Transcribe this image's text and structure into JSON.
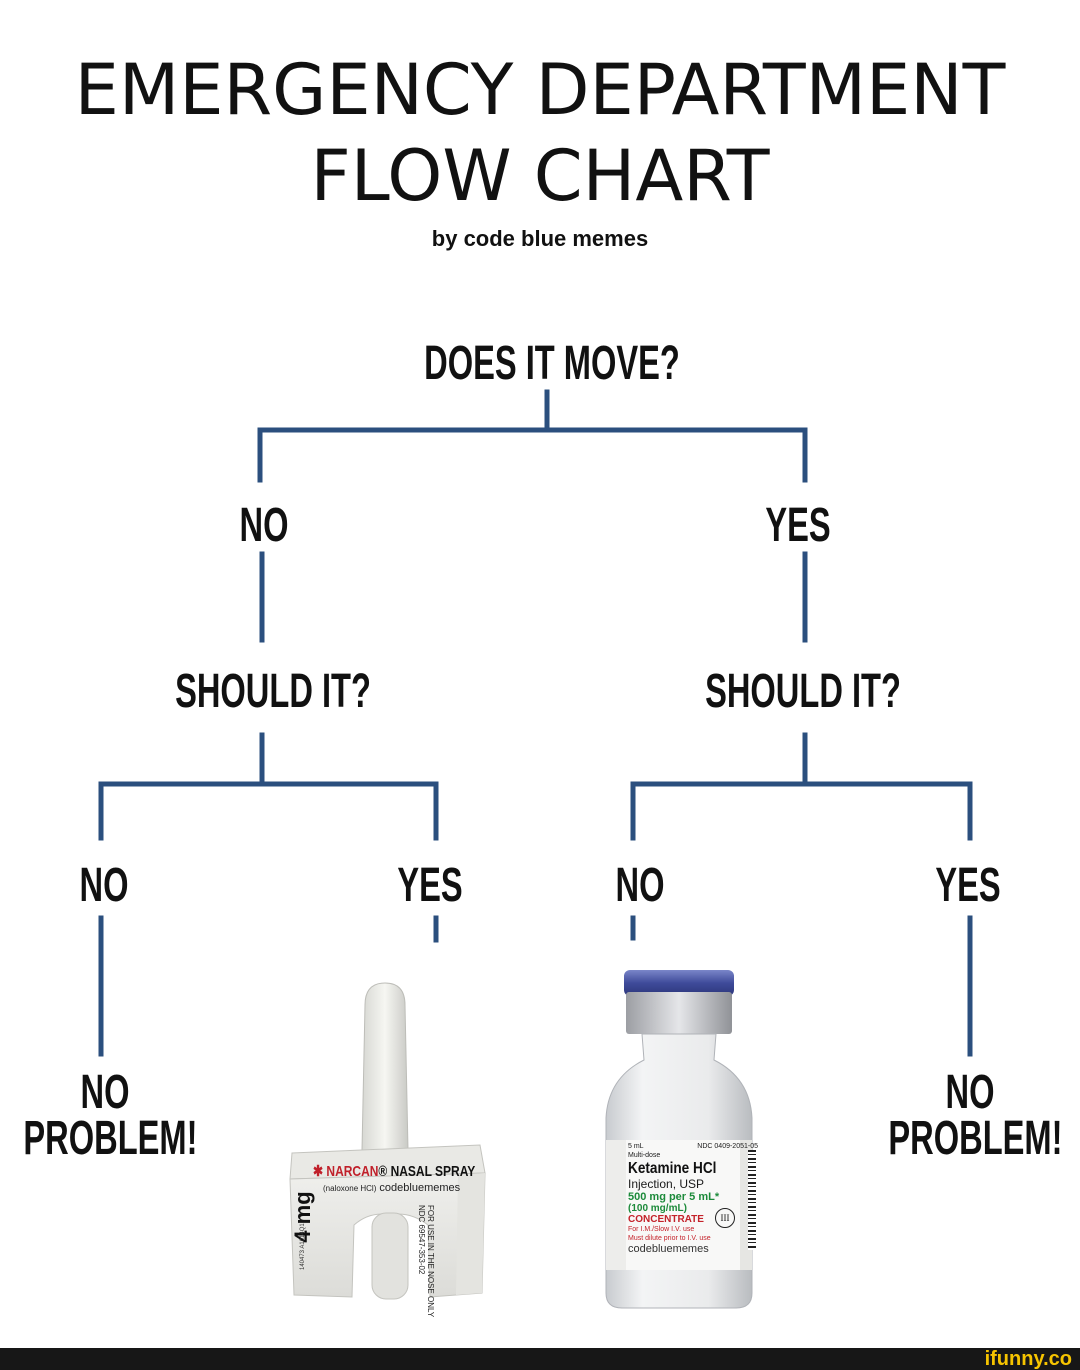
{
  "header": {
    "title_line1": "EMERGENCY DEPARTMENT",
    "title_line2": "FLOW CHART",
    "byline": "by code blue memes"
  },
  "flowchart": {
    "root_question": "DOES IT MOVE?",
    "branch_no_label": "NO",
    "branch_yes_label": "YES",
    "left_question": "SHOULD IT?",
    "right_question": "SHOULD IT?",
    "leaf_labels": [
      "NO",
      "YES",
      "NO",
      "YES"
    ],
    "outcome_left_line1": "NO",
    "outcome_left_line2": "PROBLEM!",
    "outcome_right_line1": "NO",
    "outcome_right_line2": "PROBLEM!",
    "line_color": "#2b4f7e"
  },
  "narcan": {
    "brand": "NARCAN",
    "product": "NASAL SPRAY",
    "sub": "(naloxone HCl)",
    "watermark": "codebluememes",
    "dose": "4 mg",
    "side1": "FOR USE IN THE NOSE ONLY",
    "side2": "NDC 69547-353-02",
    "lot": "140473 A1014Q1"
  },
  "ketamine": {
    "volume": "5 mL",
    "ndc": "NDC 0409-2051-05",
    "multi": "Multi-dose",
    "name": "Ketamine HCl",
    "form": "Injection, USP",
    "strength": "500 mg per 5 mL*",
    "conc": "(100 mg/mL)",
    "concentrate": "CONCENTRATE",
    "route": "For I.M./Slow I.V. use",
    "dilute": "Must dilute prior to I.V. use",
    "watermark": "codebluememes",
    "schedule": "III"
  },
  "footer": {
    "watermark": "ifunny.co"
  }
}
